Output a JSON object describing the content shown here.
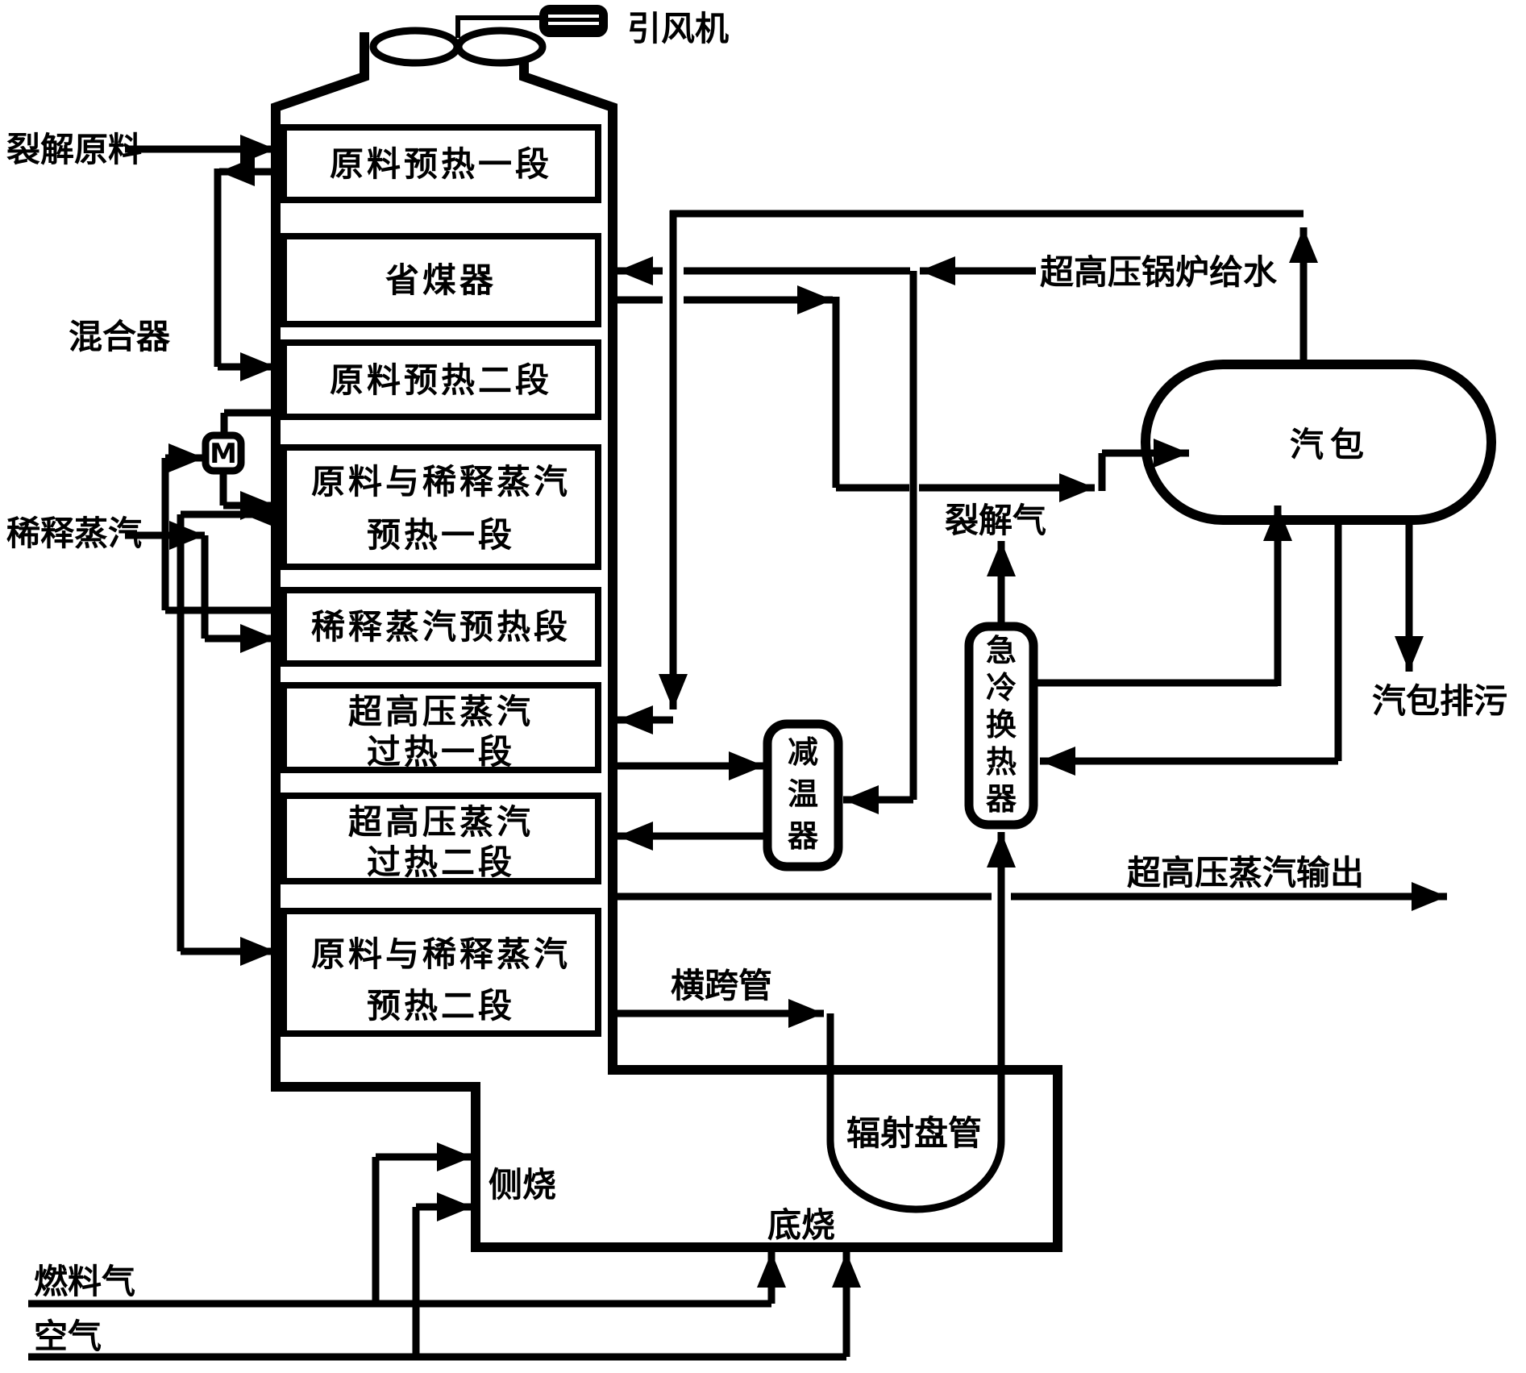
{
  "colors": {
    "ink": "#000000",
    "background": "#ffffff"
  },
  "labels": {
    "fan": "引风机",
    "feed": "裂解原料",
    "mixer": "混合器",
    "mixer_m": "M",
    "dilution": "稀释蒸汽",
    "bfw": "超高压锅炉给水",
    "drum": "汽包",
    "blowdown": "汽包排污",
    "cracked_gas": "裂解气",
    "shp_out": "超高压蒸汽输出",
    "crossover": "横跨管",
    "radiant": "辐射盘管",
    "side_burn": "侧烧",
    "bottom_burn": "底烧",
    "fuel": "燃料气",
    "air": "空气"
  },
  "coils": {
    "c1": "原料预热一段",
    "c2": "省煤器",
    "c3": "原料预热二段",
    "c4l1": "原料与稀释蒸汽",
    "c4l2": "预热一段",
    "c5": "稀释蒸汽预热段",
    "c6l1": "超高压蒸汽",
    "c6l2": "过热一段",
    "c7l1": "超高压蒸汽",
    "c7l2": "过热二段",
    "c8l1": "原料与稀释蒸汽",
    "c8l2": "预热二段"
  },
  "quench_chars": {
    "q0": "急",
    "q1": "冷",
    "q2": "换",
    "q3": "热",
    "q4": "器"
  },
  "desuper_chars": {
    "d0": "减",
    "d1": "温",
    "d2": "器"
  }
}
